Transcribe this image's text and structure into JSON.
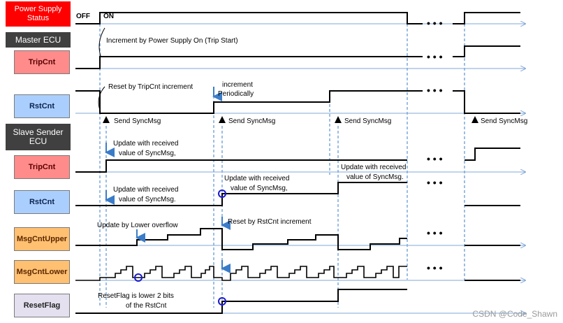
{
  "labels": {
    "power_supply_status": "Power Supply Status",
    "master_ecu": "Master ECU",
    "master_tripcnt": "TripCnt",
    "master_rstcnt": "RstCnt",
    "slave_ecu": "Slave Sender ECU",
    "slave_tripcnt": "TripCnt",
    "slave_rstcnt": "RstCnt",
    "msgcntupper": "MsgCntUpper",
    "msgcntlower": "MsgCntLower",
    "resetflag": "ResetFlag"
  },
  "annotations": {
    "off": "OFF",
    "on": "ON",
    "increment_power": "Increment by Power Supply On (Trip Start)",
    "reset_by_tripcnt": "Reset by TripCnt increment",
    "increment_periodically_1": "increment",
    "increment_periodically_2": "Periodically",
    "send_syncmsg": "Send SyncMsg",
    "update_received_1": "Update with received",
    "update_received_2": "value of SyncMsg.",
    "update_received_2b": "value of SyncMsg,",
    "update_by_lower_overflow": "Update by Lower overflow",
    "reset_by_rstcnt": "Reset by RstCnt increment",
    "resetflag_note_1": "ResetFlag is lower 2 bits",
    "resetflag_note_2": "of the RstCnt",
    "ellipsis": "• • •"
  },
  "watermark": "CSDN @Code_Shawn",
  "colors": {
    "red": "#ff0000",
    "pink": "#ff8b8b",
    "blue": "#aacfff",
    "orange": "#ffc071",
    "lavender": "#e4e0ef",
    "dark": "#404040",
    "axis": "#7fa7d8",
    "marker": "#1a1acc"
  }
}
